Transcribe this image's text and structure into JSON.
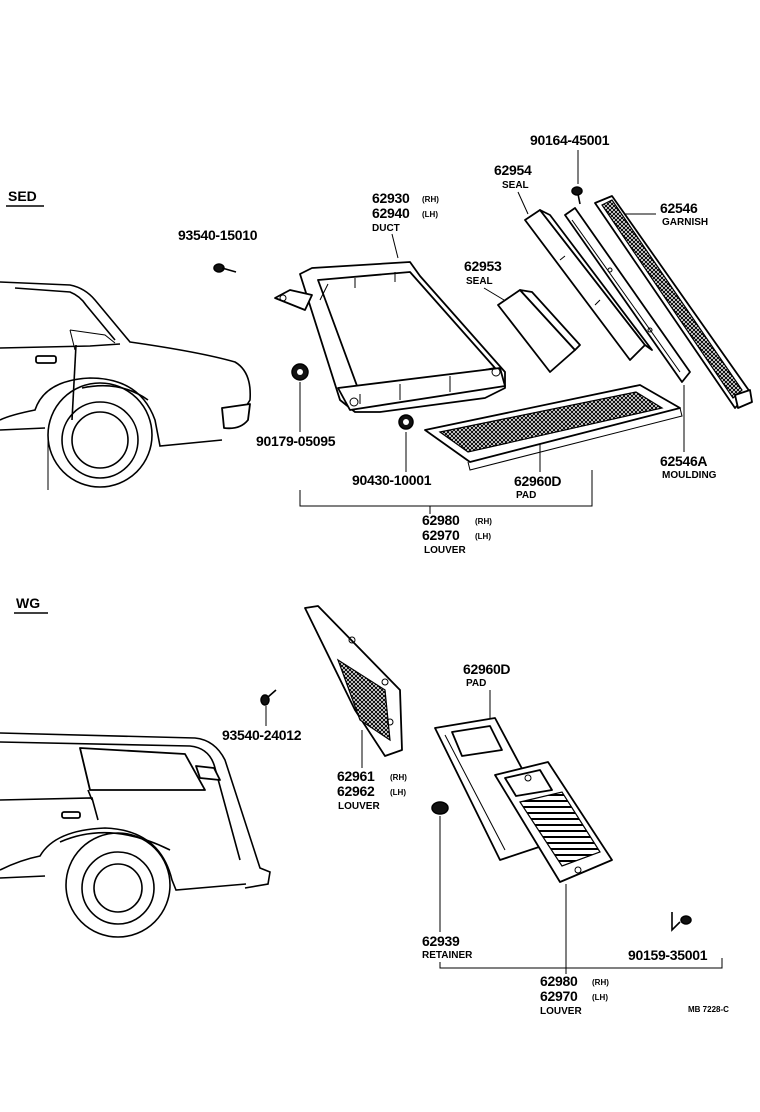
{
  "sections": {
    "sedan": "SED",
    "wagon": "WG"
  },
  "sedan": {
    "screw": {
      "part_no": "93540-15010"
    },
    "duct": {
      "part_no_rh": "62930",
      "side_rh": "(RH)",
      "part_no_lh": "62940",
      "side_lh": "(LH)",
      "name": "DUCT"
    },
    "screw_top": {
      "part_no": "90164-45001"
    },
    "seal_a": {
      "part_no": "62954",
      "name": "SEAL"
    },
    "seal_b": {
      "part_no": "62953",
      "name": "SEAL"
    },
    "garnish": {
      "part_no": "62546",
      "name": "GARNISH"
    },
    "nut": {
      "part_no": "90179-05095"
    },
    "clip": {
      "part_no": "90430-10001"
    },
    "pad": {
      "part_no": "62960D",
      "name": "PAD"
    },
    "moulding": {
      "part_no": "62546A",
      "name": "MOULDING"
    },
    "louver": {
      "part_no_rh": "62980",
      "side_rh": "(RH)",
      "part_no_lh": "62970",
      "side_lh": "(LH)",
      "name": "LOUVER"
    }
  },
  "wagon": {
    "screw": {
      "part_no": "93540-24012"
    },
    "louver_side": {
      "part_no_rh": "62961",
      "side_rh": "(RH)",
      "part_no_lh": "62962",
      "side_lh": "(LH)",
      "name": "LOUVER"
    },
    "pad": {
      "part_no": "62960D",
      "name": "PAD"
    },
    "retainer": {
      "part_no": "62939",
      "name": "RETAINER"
    },
    "screw_b": {
      "part_no": "90159-35001"
    },
    "louver": {
      "part_no_rh": "62980",
      "side_rh": "(RH)",
      "part_no_lh": "62970",
      "side_lh": "(LH)",
      "name": "LOUVER"
    }
  },
  "figure_code": "MB 7228-C"
}
